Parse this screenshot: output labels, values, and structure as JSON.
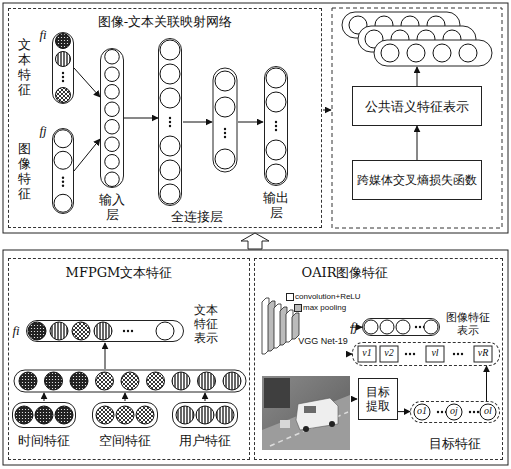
{
  "diagram": {
    "nodes": [
      {
        "text": [
          "图像-文本关联映射网络"
        ]
      },
      {
        "text": [
          "文本特征",
          "fi"
        ],
        "in": 0
      },
      {
        "text": [
          "图像特征",
          "fj"
        ],
        "in": 0
      },
      {
        "text": [
          "输入层"
        ],
        "in": 0
      },
      {
        "text": [
          "全连接层"
        ],
        "in": 0
      },
      {
        "text": [
          "输出层"
        ],
        "in": 0
      },
      {
        "text": [
          "公共语义特征表示"
        ]
      },
      {
        "text": [
          "跨媒体交叉熵损失函数"
        ]
      },
      {
        "text": [
          "MFPGM文本特征"
        ]
      },
      {
        "text": [
          "fi",
          "文本特征表示"
        ],
        "in": 8
      },
      {
        "text": [
          "时间特征"
        ],
        "in": 8
      },
      {
        "text": [
          "空间特征"
        ],
        "in": 8
      },
      {
        "text": [
          "用户特征"
        ],
        "in": 8
      },
      {
        "text": [
          "OAIR图像特征"
        ]
      },
      {
        "text": [
          "VGG Net-19"
        ],
        "in": 13
      },
      {
        "text": [
          "fj",
          "图像特征表示"
        ],
        "in": 13
      },
      {
        "text": [
          "v1",
          "v2",
          "vl",
          "vR"
        ],
        "in": 13
      },
      {
        "text": [
          "目标提取"
        ],
        "in": 13
      },
      {
        "text": [
          "o1",
          "oj",
          "ol",
          "目标特征"
        ],
        "in": 13
      }
    ],
    "edges": [
      {
        "from": 1,
        "to": 3,
        "arrow": "to"
      },
      {
        "from": 2,
        "to": 3,
        "arrow": "to"
      },
      {
        "from": 3,
        "to": 4,
        "arrow": "to"
      },
      {
        "from": 7,
        "to": 6,
        "arrow": "to"
      },
      {
        "from": 14,
        "to": 15,
        "arrow": "to"
      },
      {
        "from": 14,
        "to": 16,
        "arrow": "to"
      },
      {
        "from": 17,
        "to": 18,
        "arrow": "to"
      },
      {
        "from": 18,
        "to": 16,
        "arrow": "to"
      }
    ],
    "legend": [
      {
        "text": "convolution+ReLU",
        "color": "#ffffff"
      },
      {
        "text": "max pooling",
        "color": "#bbbbbb"
      }
    ]
  }
}
